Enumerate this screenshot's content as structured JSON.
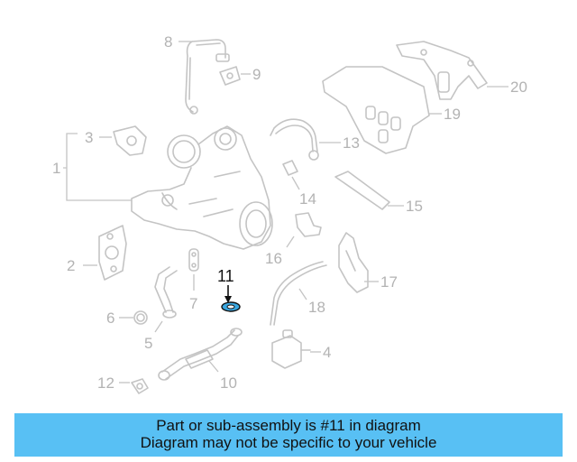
{
  "callouts": {
    "c1": "1",
    "c2": "2",
    "c3": "3",
    "c4": "4",
    "c5": "5",
    "c6": "6",
    "c7": "7",
    "c8": "8",
    "c9": "9",
    "c10": "10",
    "c11": "11",
    "c12": "12",
    "c13": "13",
    "c14": "14",
    "c15": "15",
    "c16": "16",
    "c17": "17",
    "c18": "18",
    "c19": "19",
    "c20": "20"
  },
  "colors": {
    "highlight_part": "#3aa7e0",
    "banner_bg": "#58c0f4",
    "line_art": "#c4c4c4"
  },
  "banner": {
    "line1": "Part or sub-assembly is #11 in diagram",
    "line2": "Diagram may not be specific to your vehicle"
  }
}
